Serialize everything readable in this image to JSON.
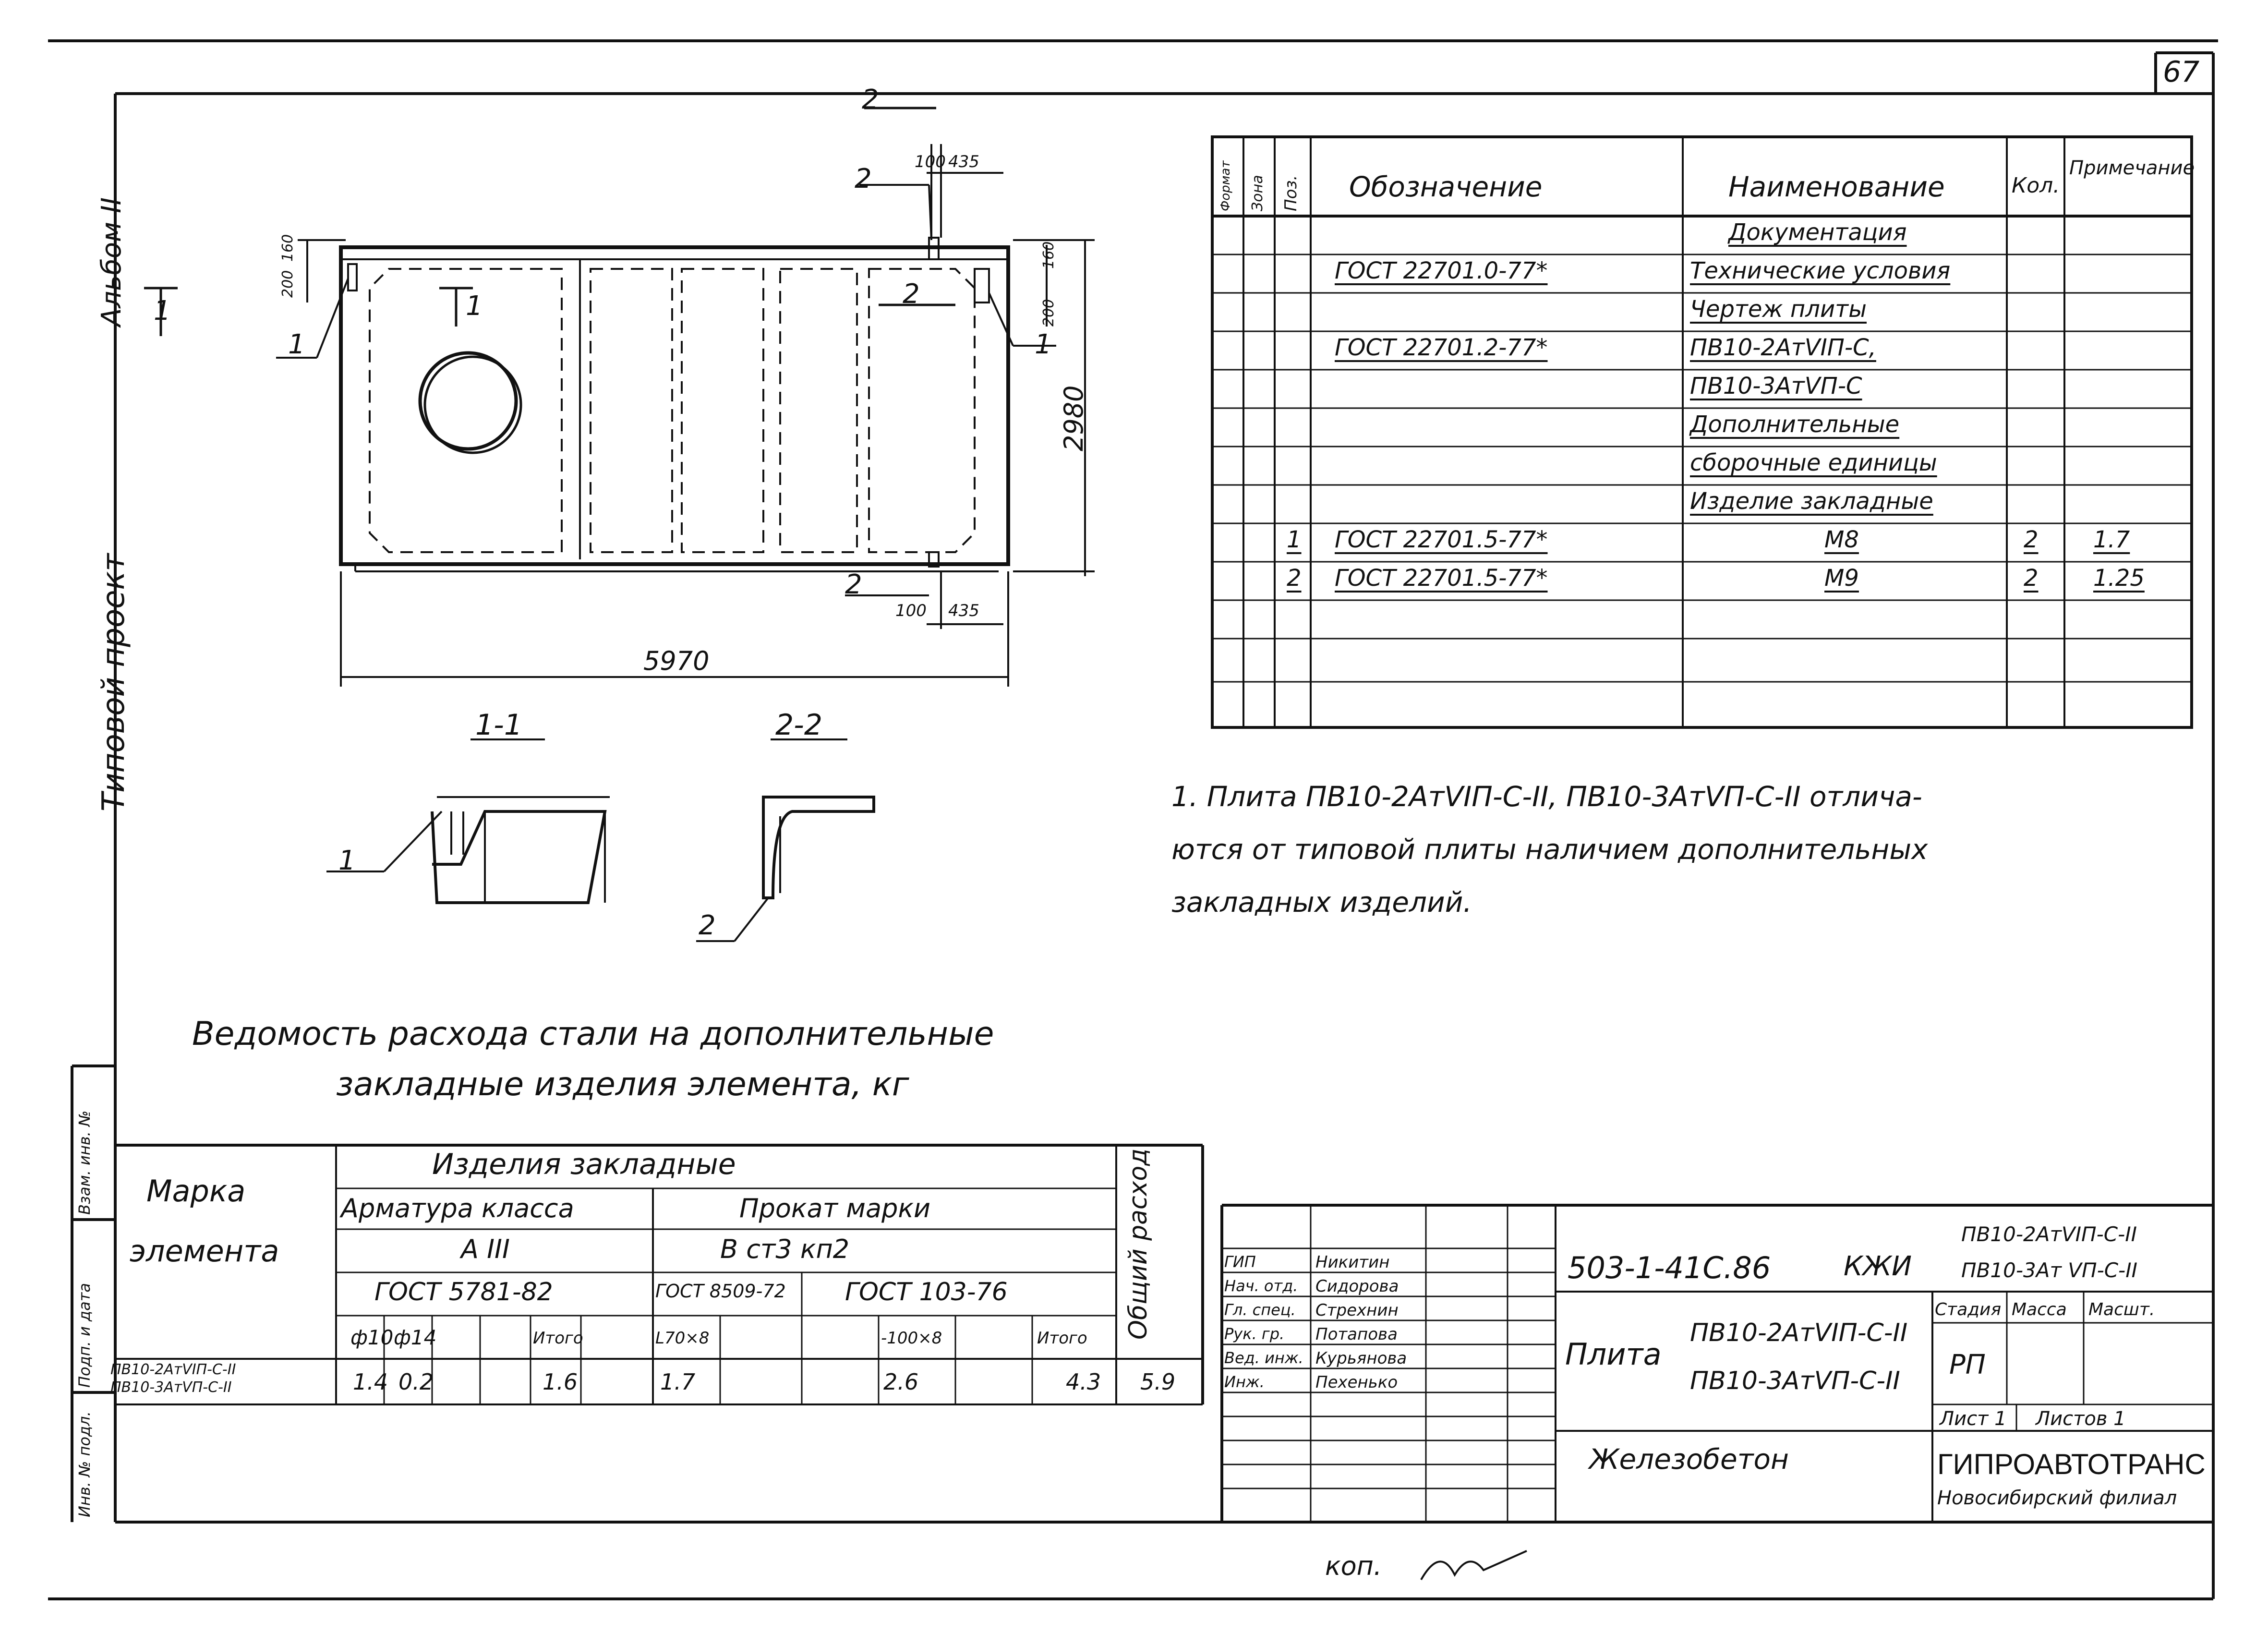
{
  "sheet_no": "67",
  "left_margin": {
    "album": "Альбом II",
    "project": "Типовой проект",
    "stamp_cols": [
      "Взам. инв. №",
      "Подп. и дата",
      "Инв. № подл."
    ]
  },
  "drawing": {
    "dim_overall_length": "5970",
    "dim_overall_width": "2980",
    "dim_100_top": "100",
    "dim_435_top": "435",
    "dim_100_bottom": "100",
    "dim_435_bottom": "435",
    "dim_200_left": "200",
    "dim_160_left": "160",
    "dim_160_right": "160",
    "dim_200_right": "200",
    "pos_1": "1",
    "pos_2": "2",
    "section_1": "1-1",
    "section_2": "2-2"
  },
  "spec_table": {
    "headers": [
      "Формат",
      "Зона",
      "Поз.",
      "Обозначение",
      "Наименование",
      "Кол.",
      "Примечание"
    ],
    "rows": [
      {
        "pos": "",
        "designation": "",
        "name": "Документация",
        "qty": "",
        "note": ""
      },
      {
        "pos": "",
        "designation": "ГОСТ 22701.0-77*",
        "name": "Технические условия",
        "qty": "",
        "note": ""
      },
      {
        "pos": "",
        "designation": "",
        "name": "Чертеж плиты",
        "qty": "",
        "note": ""
      },
      {
        "pos": "",
        "designation": "ГОСТ 22701.2-77*",
        "name": "ПВ10-2АтVIП-С,",
        "qty": "",
        "note": ""
      },
      {
        "pos": "",
        "designation": "",
        "name": "ПВ10-3АтVП-С",
        "qty": "",
        "note": ""
      },
      {
        "pos": "",
        "designation": "",
        "name": "Дополнительные",
        "qty": "",
        "note": ""
      },
      {
        "pos": "",
        "designation": "",
        "name": "сборочные единицы",
        "qty": "",
        "note": ""
      },
      {
        "pos": "",
        "designation": "",
        "name": "Изделие закладные",
        "qty": "",
        "note": ""
      },
      {
        "pos": "1",
        "designation": "ГОСТ 22701.5-77*",
        "name": "М8",
        "qty": "2",
        "note": "1.7"
      },
      {
        "pos": "2",
        "designation": "ГОСТ 22701.5-77*",
        "name": "М9",
        "qty": "2",
        "note": "1.25"
      }
    ]
  },
  "note_text": {
    "line1": "1. Плита ПВ10-2АтVIП-С-II, ПВ10-3АтVП-С-II отлича-",
    "line2": "ются от типовой плиты наличием дополнительных",
    "line3": "закладных изделий."
  },
  "steel_title": {
    "line1": "Ведомость расхода стали на дополнительные",
    "line2": "закладные изделия элемента, кг"
  },
  "steel_table": {
    "h_mark": "Марка",
    "h_element": "элемента",
    "h_items": "Изделия закладные",
    "h_rebar": "Арматура класса",
    "h_rebar_cls": "А III",
    "h_rebar_gost": "ГОСТ 5781-82",
    "h_rolled": "Прокат марки",
    "h_rolled_grade": "В ст3 кп2",
    "h_gost_8509": "ГОСТ 8509-72",
    "h_gost_103": "ГОСТ 103-76",
    "h_total": "Общий расход",
    "sub": [
      "ф10",
      "ф14",
      "",
      "Итого",
      "L70×8",
      "",
      "",
      "-100×8",
      "",
      "Итого"
    ],
    "mark_1": "ПВ10-2АтVIП-С-II",
    "mark_2": "ПВ10-3АтVП-С-II",
    "values": [
      "1.4",
      "0.2",
      "",
      "1.6",
      "1.7",
      "",
      "",
      "2.6",
      "",
      "4.3"
    ],
    "total": "5.9"
  },
  "title_block": {
    "doc_code": "503-1-41С.86",
    "doc_suffix": "КЖИ",
    "marks_1": "ПВ10-2АтVIП-С-II",
    "marks_2": "ПВ10-3Ат VП-С-II",
    "roles": [
      "ГИП",
      "Нач. отд.",
      "Гл. спец.",
      "Рук. гр.",
      "Вед. инж.",
      "Инж."
    ],
    "names": [
      "Никитин",
      "Сидорова",
      "Стрехнин",
      "Потапова",
      "Курьянова",
      "Пехенько"
    ],
    "title_word": "Плита",
    "title_mark_1": "ПВ10-2АтVIП-С-II",
    "title_mark_2": "ПВ10-3АтVП-С-II",
    "stage_h": "Стадия",
    "mass_h": "Масса",
    "scale_h": "Масшт.",
    "stage": "РП",
    "sheet": "Лист 1",
    "sheets": "Листов 1",
    "material": "Железобетон",
    "org": "ГИПРОАВТОТРАНС",
    "branch": "Новосибирский филиал"
  },
  "copied_by": "коп."
}
